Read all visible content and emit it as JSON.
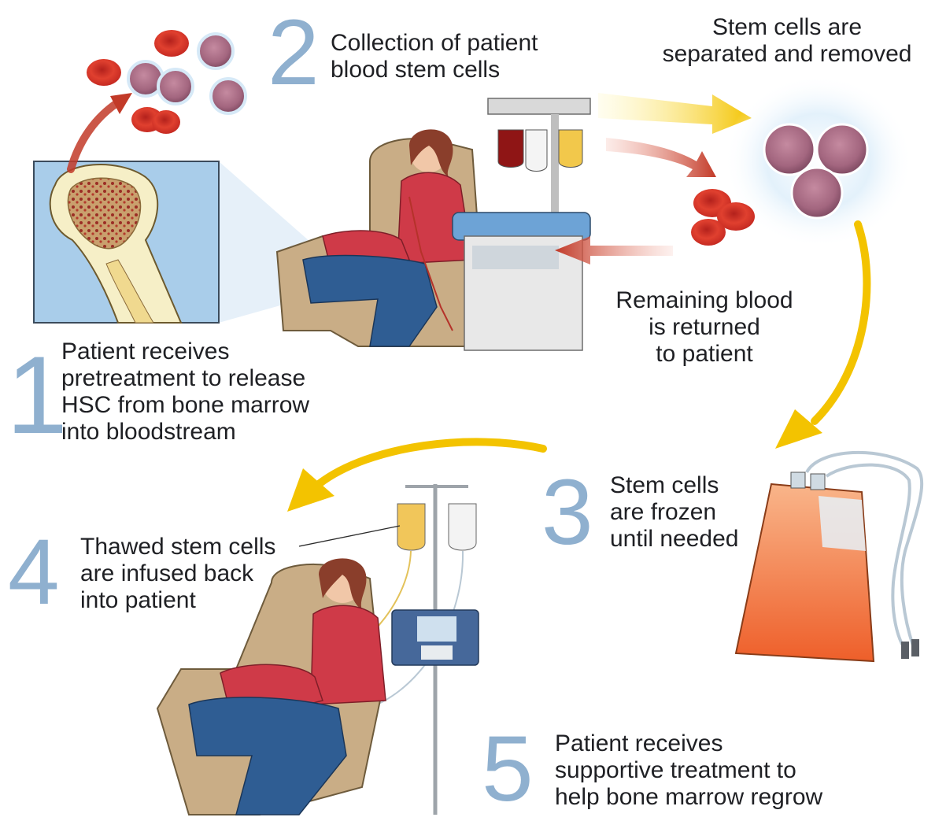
{
  "steps": [
    {
      "number": "1",
      "lines": [
        "Patient receives",
        "pretreatment to release",
        "HSC from bone marrow",
        "into bloodstream"
      ]
    },
    {
      "number": "2",
      "lines": [
        "Collection of patient",
        "blood stem cells"
      ]
    },
    {
      "number": "3",
      "lines": [
        "Stem cells",
        "are frozen",
        "until needed"
      ]
    },
    {
      "number": "4",
      "lines": [
        "Thawed stem cells",
        "are infused back",
        "into patient"
      ]
    },
    {
      "number": "5",
      "lines": [
        "Patient receives",
        "supportive treatment to",
        "help bone marrow regrow"
      ]
    }
  ],
  "callouts": {
    "separated": [
      "Stem cells are",
      "separated and removed"
    ],
    "returned": [
      "Remaining blood",
      "is returned",
      "to patient"
    ]
  },
  "colors": {
    "step_number": "#8fb0cf",
    "red_blood_cell": "#d8362b",
    "stem_cell": "#b07a90",
    "yellow_arrow": "#f2c200",
    "red_arrow": "#c9412f",
    "bag_fluid": "#f37a3c",
    "shirt": "#cf3a48",
    "chair": "#c9ad86"
  }
}
